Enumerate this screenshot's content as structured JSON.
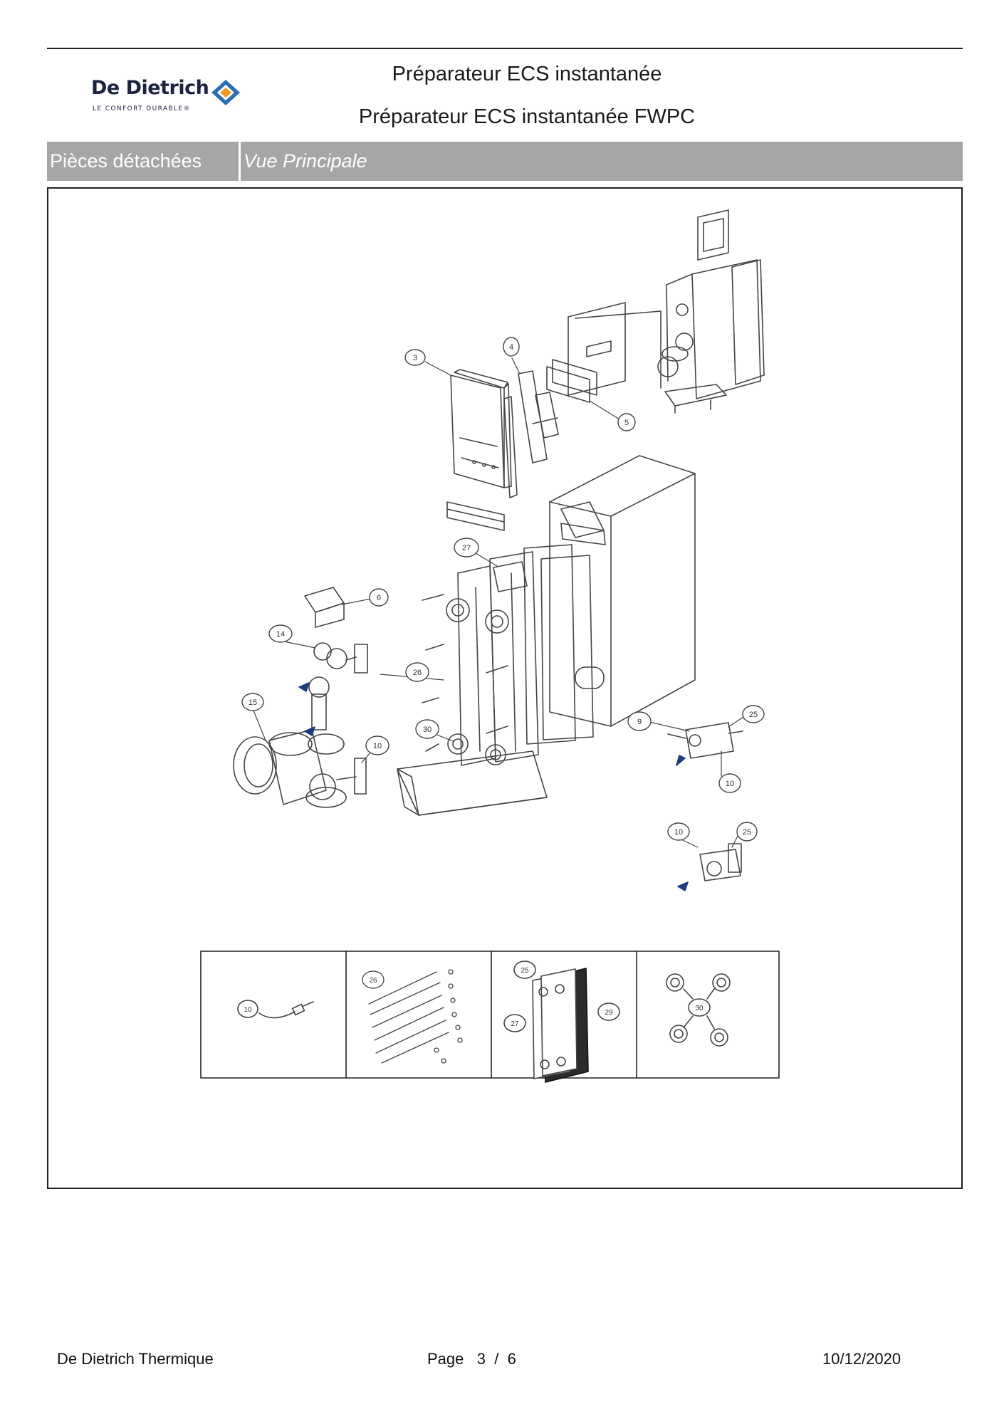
{
  "header": {
    "brand": "De Dietrich",
    "tagline": "LE CONFORT DURABLE®",
    "title_line1": "Préparateur ECS instantanée",
    "title_line2": "Préparateur ECS instantanée FWPC"
  },
  "section": {
    "label": "Pièces détachées",
    "view": "Vue Principale"
  },
  "callouts": {
    "c3": "3",
    "c4": "4",
    "c5": "5",
    "c6": "6",
    "c14": "14",
    "c15": "15",
    "c26": "26",
    "c27": "27",
    "c30": "30",
    "c10a": "10",
    "c9": "9",
    "c25a": "25",
    "c10b": "10",
    "c10c": "10",
    "c25b": "25"
  },
  "detail_callouts": {
    "d10": "10",
    "d26": "26",
    "d25": "25",
    "d27": "27",
    "d29": "29",
    "d30": "30"
  },
  "footer": {
    "company": "De Dietrich Thermique",
    "page_label": "Page",
    "page_current": "3",
    "page_sep": "/",
    "page_total": "6",
    "date": "10/12/2020"
  },
  "colors": {
    "section_bar": "#a6a6a6",
    "brand_navy": "#1b2340",
    "brand_orange": "#f39a1e",
    "brand_blue": "#2a6fb6"
  }
}
